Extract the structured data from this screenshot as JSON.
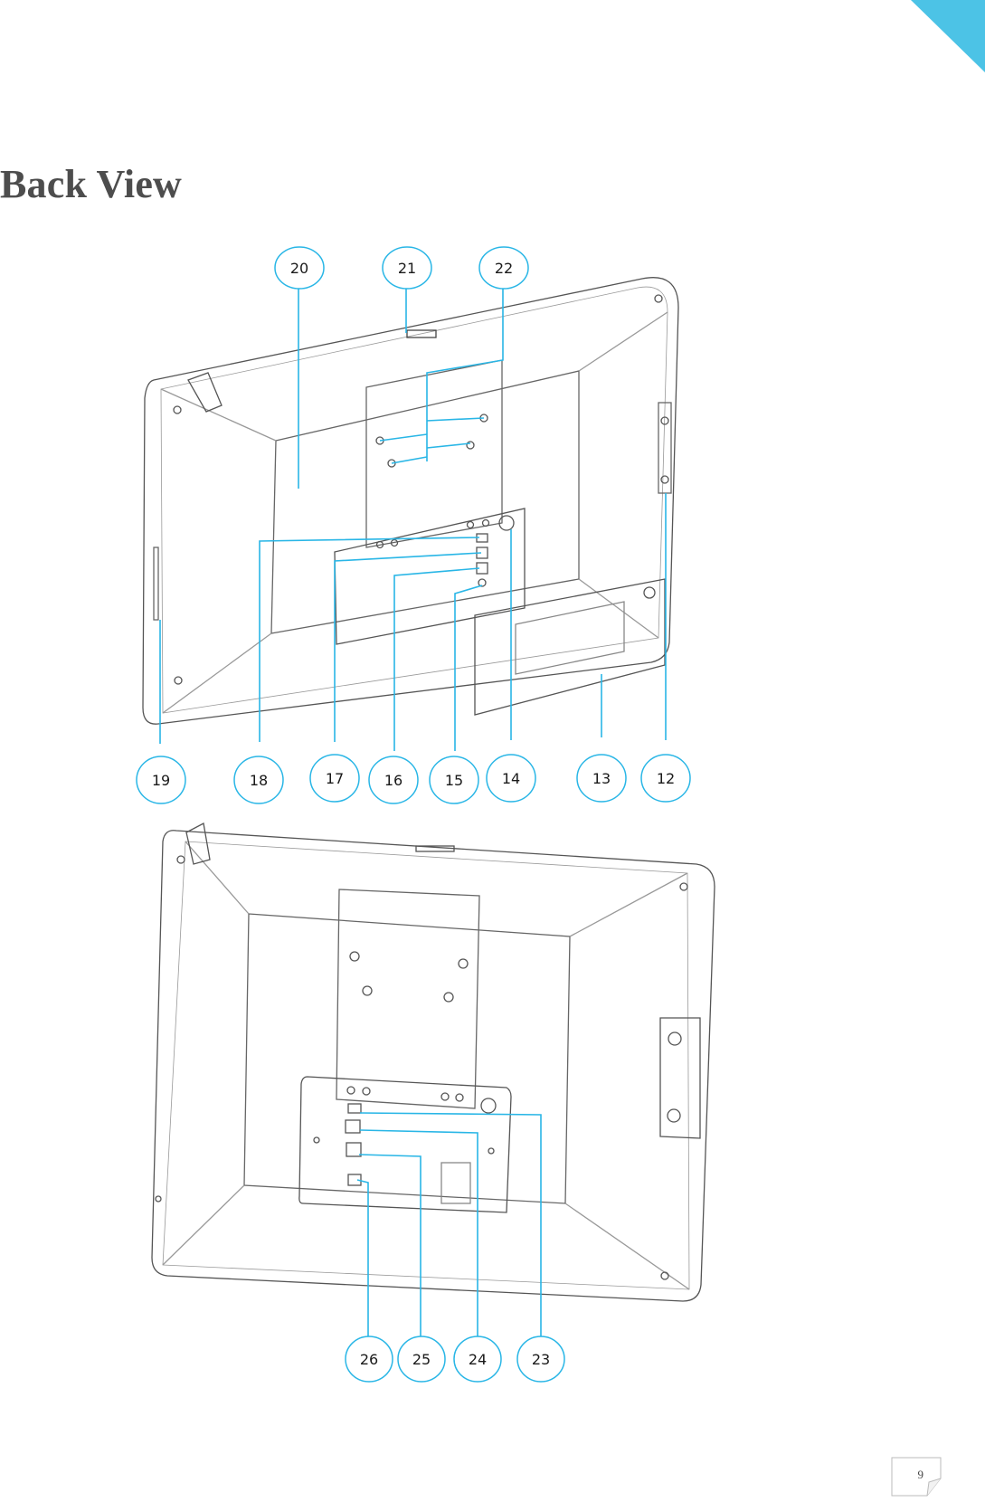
{
  "page": {
    "title": "Back View",
    "page_number": "9",
    "accent_color": "#29b6e6"
  },
  "figure_top": {
    "callouts": [
      "20",
      "21",
      "22",
      "19",
      "18",
      "17",
      "16",
      "15",
      "14",
      "13",
      "12"
    ]
  },
  "figure_bottom": {
    "callouts": [
      "26",
      "25",
      "24",
      "23"
    ]
  }
}
